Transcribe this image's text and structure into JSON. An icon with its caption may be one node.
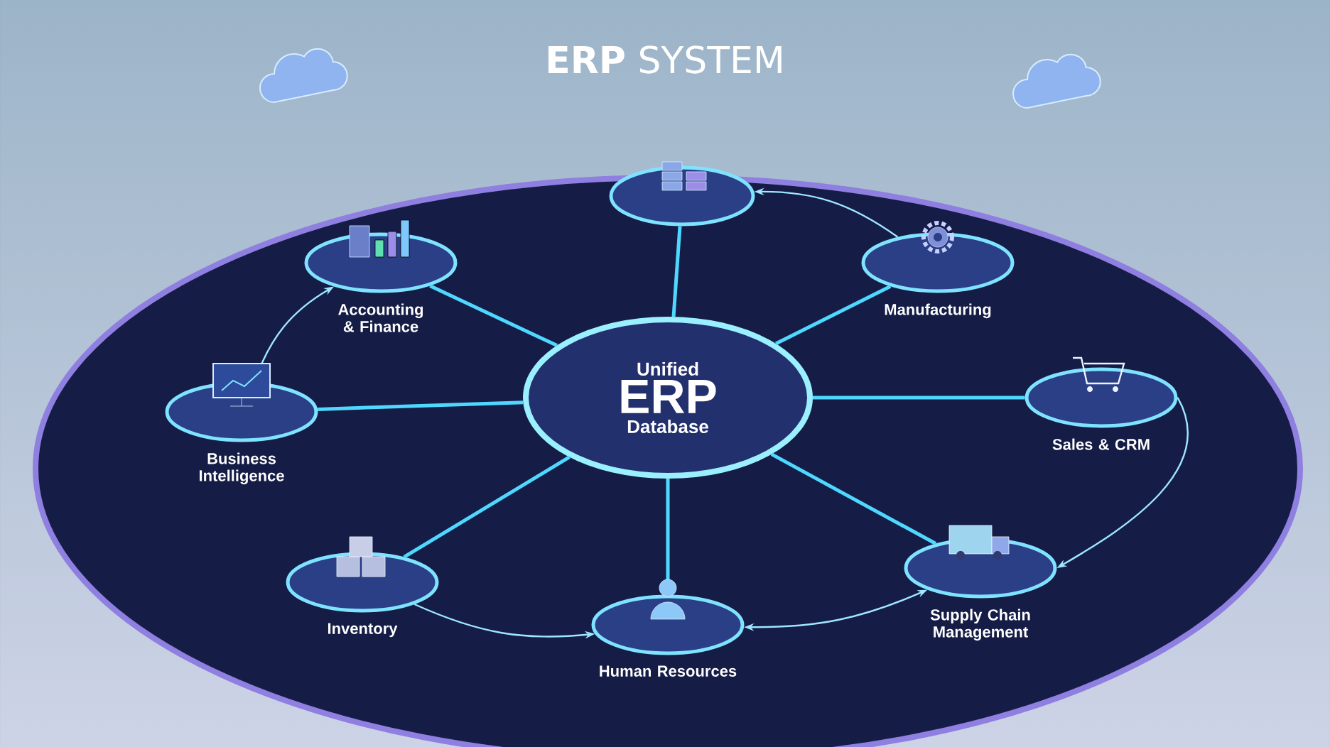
{
  "diagram": {
    "title": "**ERP** SYSTEM",
    "nodes": [
      {
        "text": [
          "Unified",
          "ERP",
          "Database"
        ]
      },
      {
        "text": [],
        "shape": "picture"
      },
      {
        "text": [
          "Accounting & Finance"
        ]
      },
      {
        "text": [
          "Business Intelligence"
        ]
      },
      {
        "text": [
          "Inventory"
        ]
      },
      {
        "text": [
          "Human Resources"
        ]
      },
      {
        "text": [
          "Supply Chain Management"
        ]
      },
      {
        "text": [
          "Sales & CRM"
        ]
      },
      {
        "text": [
          "Manufacturing"
        ]
      }
    ],
    "edges": [
      {
        "from": 0,
        "to": 1,
        "arrow": "none"
      },
      {
        "from": 0,
        "to": 2,
        "arrow": "none"
      },
      {
        "from": 0,
        "to": 3,
        "arrow": "none"
      },
      {
        "from": 0,
        "to": 4,
        "arrow": "none"
      },
      {
        "from": 0,
        "to": 5,
        "arrow": "none"
      },
      {
        "from": 0,
        "to": 6,
        "arrow": "none"
      },
      {
        "from": 0,
        "to": 7,
        "arrow": "none"
      },
      {
        "from": 0,
        "to": 8,
        "arrow": "none"
      },
      {
        "from": 3,
        "to": 2,
        "arrow": "to"
      },
      {
        "from": 4,
        "to": 5,
        "arrow": "to"
      },
      {
        "from": 5,
        "to": 6,
        "arrow": "both"
      },
      {
        "from": 7,
        "to": 6,
        "arrow": "to"
      },
      {
        "from": 8,
        "to": 1,
        "arrow": "to"
      }
    ]
  }
}
